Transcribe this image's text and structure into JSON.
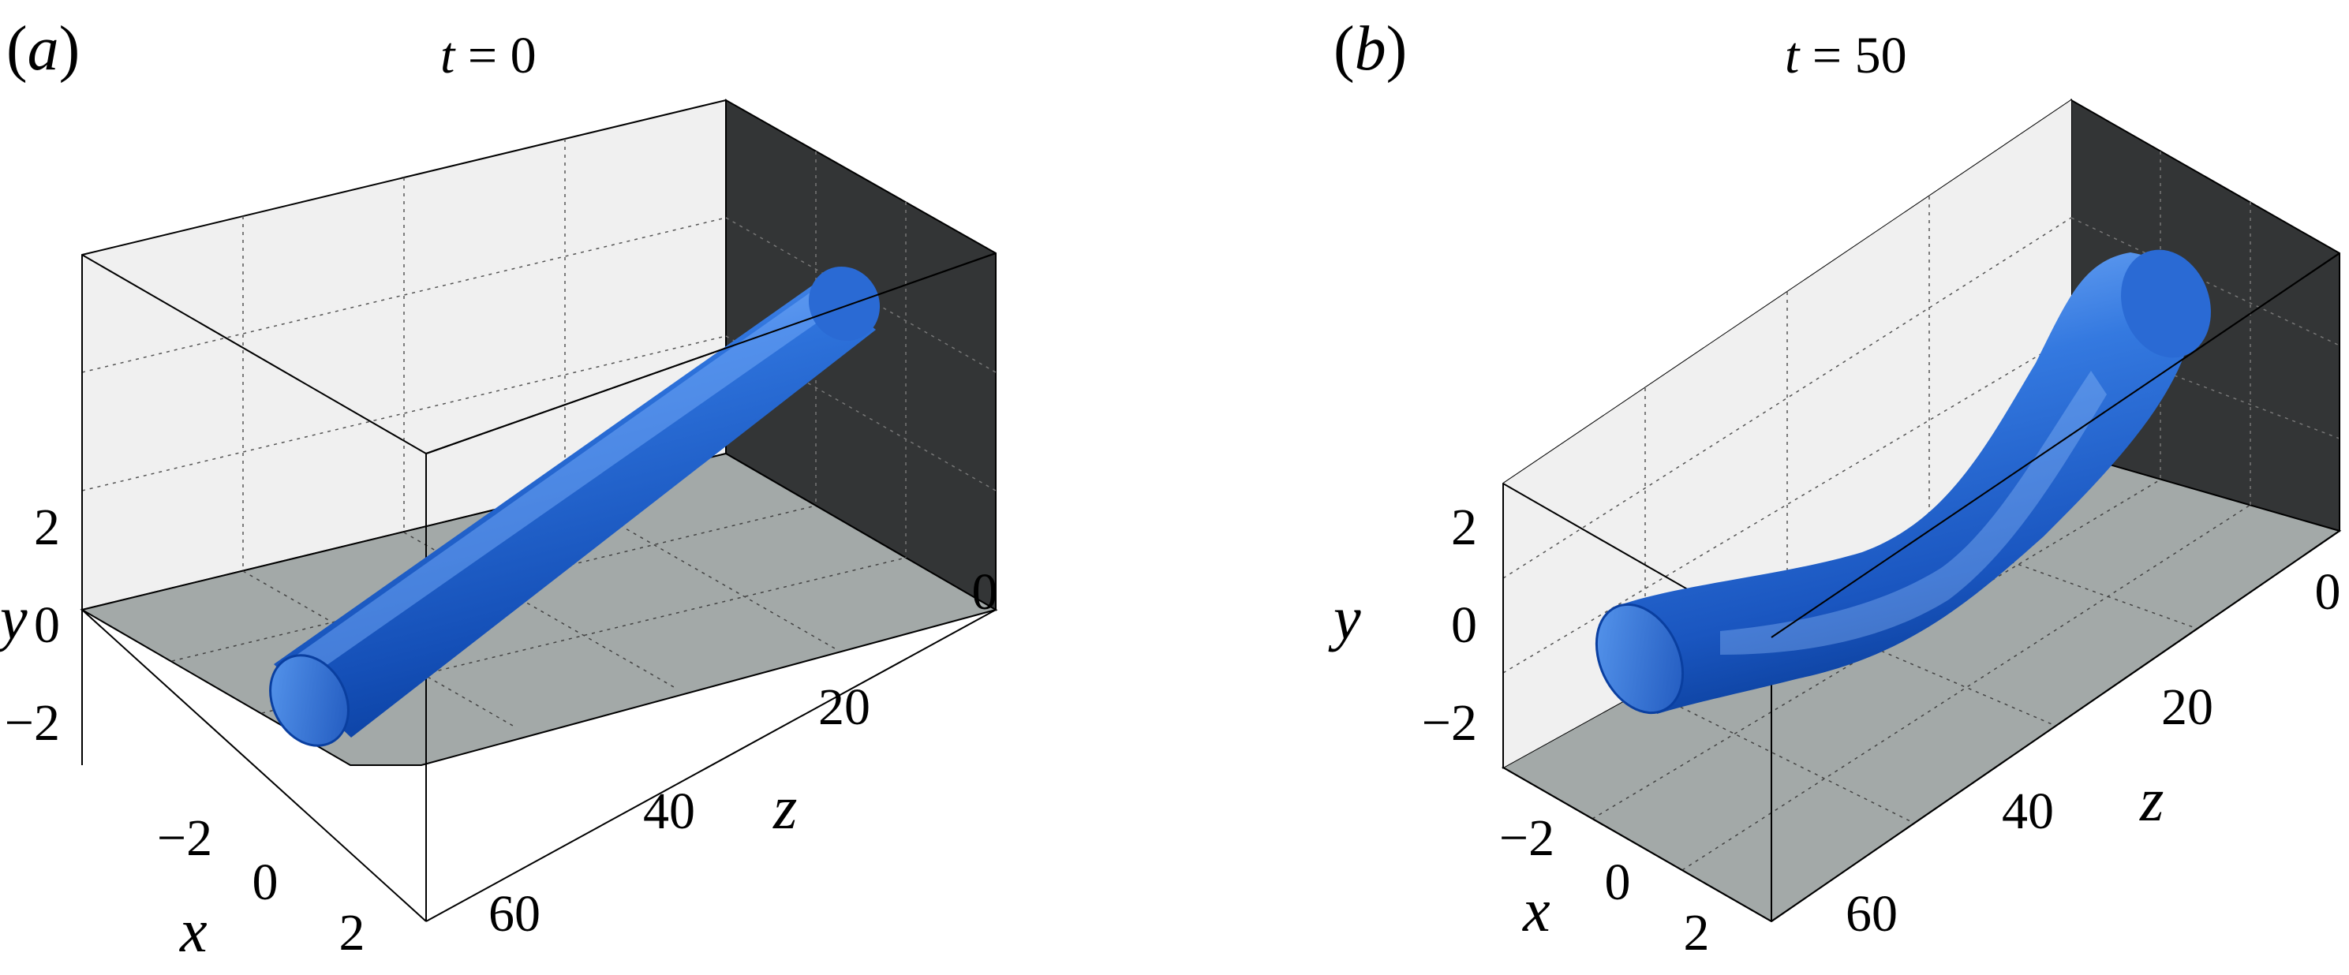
{
  "figure": {
    "panels": [
      {
        "label_open": "(",
        "label_letter": "a",
        "label_close": ")",
        "title_var": "t",
        "title_eq": " = 0",
        "axis_labels": {
          "x": "x",
          "y": "y",
          "z": "z"
        },
        "ticks": {
          "x": [
            "−2",
            "0",
            "2"
          ],
          "y": [
            "2",
            "0",
            "−2"
          ],
          "z": [
            "0",
            "20",
            "40",
            "60"
          ]
        },
        "tube_shape": "straight"
      },
      {
        "label_open": "(",
        "label_letter": "b",
        "label_close": ")",
        "title_var": "t",
        "title_eq": " = 50",
        "axis_labels": {
          "x": "x",
          "y": "y",
          "z": "z"
        },
        "ticks": {
          "x": [
            "−2",
            "0",
            "2"
          ],
          "y": [
            "2",
            "0",
            "−2"
          ],
          "z": [
            "0",
            "20",
            "40",
            "60"
          ]
        },
        "tube_shape": "deformed"
      }
    ],
    "colors": {
      "back_wall": "#f0f0f0",
      "side_wall": "#333536",
      "floor": "#a3a9a8",
      "tube_dark": "#0a3fa0",
      "tube_mid": "#2f74dd",
      "tube_light": "#7fb4ff"
    }
  }
}
